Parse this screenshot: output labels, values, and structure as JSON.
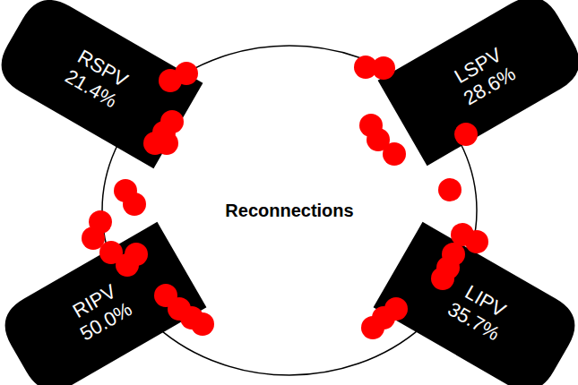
{
  "diagram": {
    "nodes": [
      {
        "text": [
          "Reconnections"
        ]
      },
      {
        "text": [
          "RSPV",
          "21.4%"
        ]
      },
      {
        "text": [
          "LSPV",
          "28.6%"
        ]
      },
      {
        "text": [
          "RIPV",
          "50.0%"
        ]
      },
      {
        "text": [
          "LIPV",
          "35.7%"
        ]
      }
    ]
  }
}
